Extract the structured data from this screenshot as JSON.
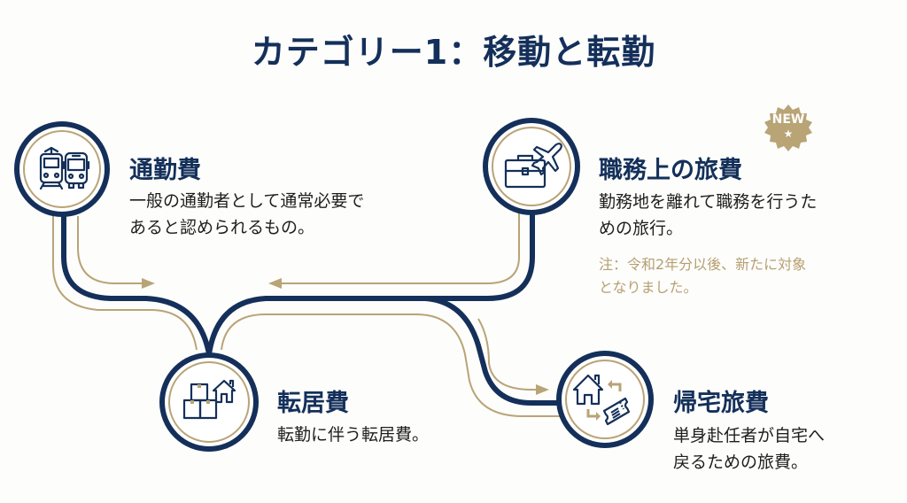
{
  "title": "カテゴリー1：移動と転勤",
  "colors": {
    "navy": "#14305a",
    "gold": "#b9a476",
    "note": "#b59f70",
    "text": "#1e1e1e"
  },
  "nodes": {
    "commute": {
      "icon": "train-bus-icon",
      "title": "通勤費",
      "desc_lines": [
        "一般の通勤者として通常必要で",
        "あると認められるもの。"
      ]
    },
    "business_trip": {
      "icon": "briefcase-airplane-icon",
      "title": "職務上の旅費",
      "desc_lines": [
        "勤務地を離れて職務を行うた",
        "めの旅行。"
      ],
      "note_lines": [
        "注：令和2年分以後、新たに対象",
        "となりました。"
      ],
      "badge": {
        "label": "NEW",
        "star": "★"
      }
    },
    "relocation": {
      "icon": "boxes-house-icon",
      "title": "転居費",
      "desc_lines": [
        "転勤に伴う転居費。"
      ]
    },
    "home_leave": {
      "icon": "house-ticket-icon",
      "title": "帰宅旅費",
      "desc_lines": [
        "単身赴任者が自宅へ",
        "戻るための旅費。"
      ]
    }
  }
}
